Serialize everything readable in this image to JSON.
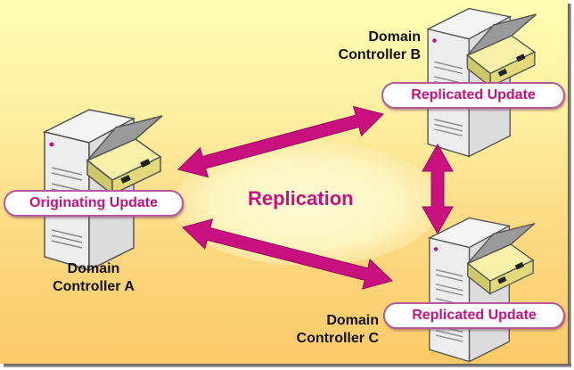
{
  "diagram": {
    "center_label": "Replication",
    "controllers": [
      {
        "id": "A",
        "name_line1": "Domain",
        "name_line2": "Controller A",
        "update_label": "Originating Update"
      },
      {
        "id": "B",
        "name_line1": "Domain",
        "name_line2": "Controller B",
        "update_label": "Replicated Update"
      },
      {
        "id": "C",
        "name_line1": "Domain",
        "name_line2": "Controller C",
        "update_label": "Replicated Update"
      }
    ],
    "connections": [
      {
        "from": "A",
        "to": "B",
        "direction": "bidirectional"
      },
      {
        "from": "A",
        "to": "C",
        "direction": "bidirectional"
      },
      {
        "from": "B",
        "to": "C",
        "direction": "bidirectional"
      }
    ],
    "colors": {
      "arrow": "#c8107e",
      "label_text": "#c8107e",
      "background_top": "#fefeb2",
      "background_bottom": "#fbc967",
      "cloud": "#fdf8c8"
    }
  }
}
